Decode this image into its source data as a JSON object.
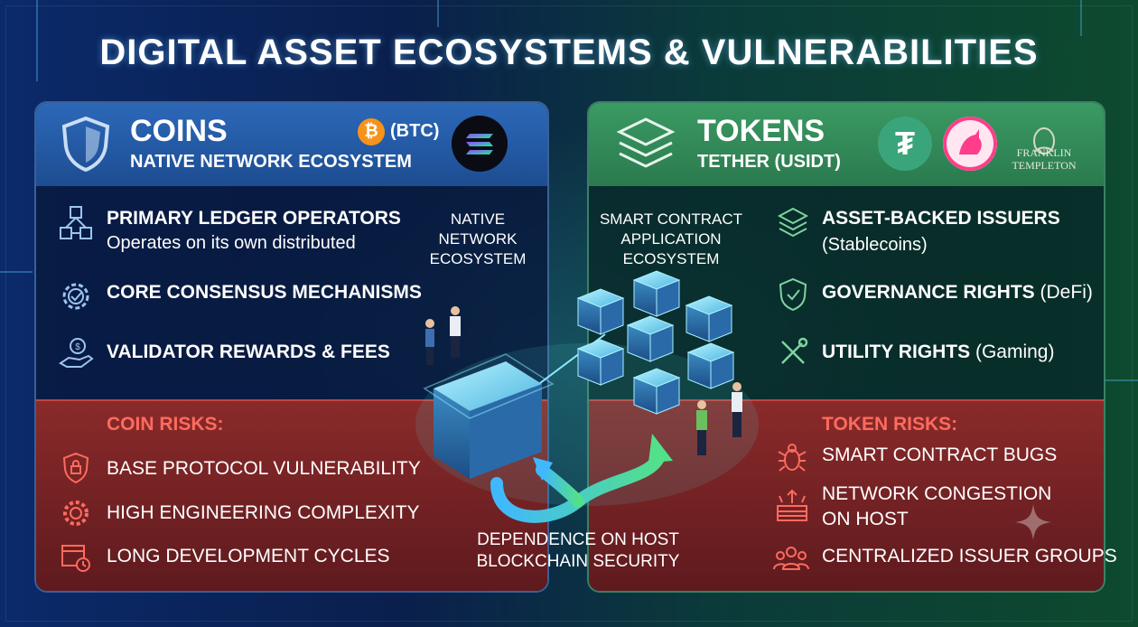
{
  "title": "DIGITAL ASSET ECOSYSTEMS & VULNERABILITIES",
  "coins": {
    "heading": "COINS",
    "subheading": "NATIVE NETWORK ECOSYSTEM",
    "btc_symbol": "₿",
    "btc_label": "(BTC)",
    "items": [
      {
        "title": "PRIMARY LEDGER OPERATORS",
        "sub": "Operates on its own distributed",
        "icon": "network-cubes-icon"
      },
      {
        "title": "CORE CONSENSUS MECHANISMS",
        "icon": "gear-check-icon"
      },
      {
        "title": "VALIDATOR REWARDS & FEES",
        "icon": "hand-coin-icon"
      }
    ],
    "risks_title": "COIN RISKS:",
    "risks": [
      {
        "label": "BASE PROTOCOL VULNERABILITY",
        "icon": "shield-lock-icon"
      },
      {
        "label": "HIGH ENGINEERING COMPLEXITY",
        "icon": "gear-cog-icon"
      },
      {
        "label": "LONG DEVELOPMENT CYCLES",
        "icon": "calendar-clock-icon"
      }
    ]
  },
  "tokens": {
    "heading": "TOKENS",
    "subheading": "TETHER (USIDT)",
    "tether_symbol": "₮",
    "ft_line1": "FRANKLIN",
    "ft_line2": "TEMPLETON",
    "items": [
      {
        "title": "ASSET-BACKED ISSUERS",
        "sub": "(Stablecoins)",
        "icon": "layers-icon"
      },
      {
        "title": "GOVERNANCE RIGHTS",
        "light": " (DeFi)",
        "icon": "shield-check-icon"
      },
      {
        "title": "UTILITY RIGHTS",
        "light": " (Gaming)",
        "icon": "tools-icon"
      }
    ],
    "risks_title": "TOKEN RISKS:",
    "risks": [
      {
        "label": "SMART CONTRACT BUGS",
        "icon": "bug-icon"
      },
      {
        "label": "NETWORK CONGESTION",
        "label2": "ON HOST",
        "icon": "network-upload-icon"
      },
      {
        "label": "CENTRALIZED ISSUER GROUPS",
        "icon": "people-group-icon"
      }
    ]
  },
  "center": {
    "native_label": [
      "NATIVE",
      "NETWORK",
      "ECOSYSTEM"
    ],
    "smart_label": [
      "SMART CONTRACT",
      "APPLICATION",
      "ECOSYSTEM"
    ],
    "dependence_label": [
      "DEPENDENCE ON HOST",
      "BLOCKCHAIN SECURITY"
    ]
  },
  "colors": {
    "coin_header": "#2c68b8",
    "token_header": "#3b9a63",
    "risk_panel": "#7a2424",
    "risk_title": "#ff6b5e",
    "btc": "#f7931a",
    "tether": "#3aa57b"
  }
}
